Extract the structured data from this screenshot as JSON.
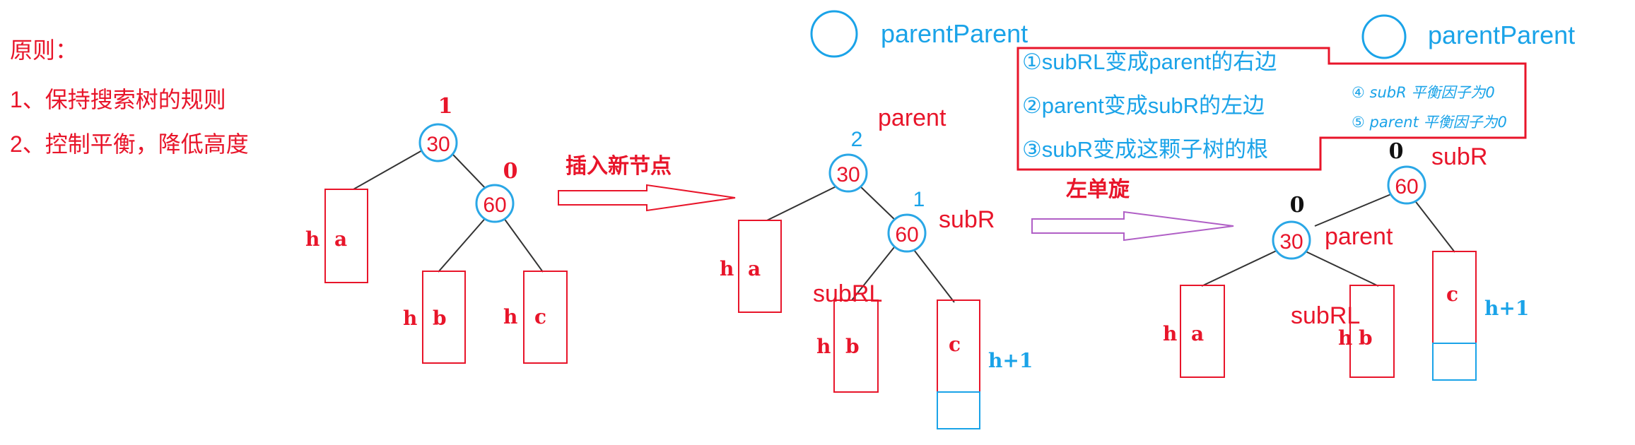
{
  "principles": {
    "title": "原则：",
    "rule1": "1、保持搜索树的规则",
    "rule2": "2、控制平衡，降低高度"
  },
  "tree1": {
    "root_balance": "1",
    "root_value": "30",
    "right_balance": "0",
    "right_value": "60",
    "a_h": "h",
    "a_label": "a",
    "b_h": "h",
    "b_label": "b",
    "c_h": "h",
    "c_label": "c"
  },
  "arrow1_label": "插入新节点",
  "tree2": {
    "parent_label": "parent",
    "root_balance": "2",
    "root_value": "30",
    "subR_balance": "1",
    "subR_value": "60",
    "subR_label": "subR",
    "subRL_label": "subRL",
    "a_h": "h",
    "a_label": "a",
    "b_h": "h",
    "b_label": "b",
    "c_label": "c",
    "c_height": "h+1"
  },
  "arrow2_label": "左单旋",
  "parentParent_label": "parentParent",
  "steps": {
    "step1": "①subRL变成parent的右边",
    "step2": "②parent变成subR的左边",
    "step3": "③subR变成这颗子树的根",
    "note4": "④ subR 平衡因子为0",
    "note5": "⑤ parent 平衡因子为0"
  },
  "tree3": {
    "root_balance": "0",
    "root_value": "60",
    "root_label": "subR",
    "left_balance": "0",
    "left_value": "30",
    "left_label": "parent",
    "subRL_label": "subRL",
    "a_h": "h",
    "a_label": "a",
    "b_h": "h",
    "b_label": "b",
    "c_label": "c",
    "c_height": "h+1"
  },
  "colors": {
    "red": "#e8152a",
    "blue": "#1aa3e8",
    "purple": "#b05fc6",
    "node_outline": "#2aa7e6"
  }
}
